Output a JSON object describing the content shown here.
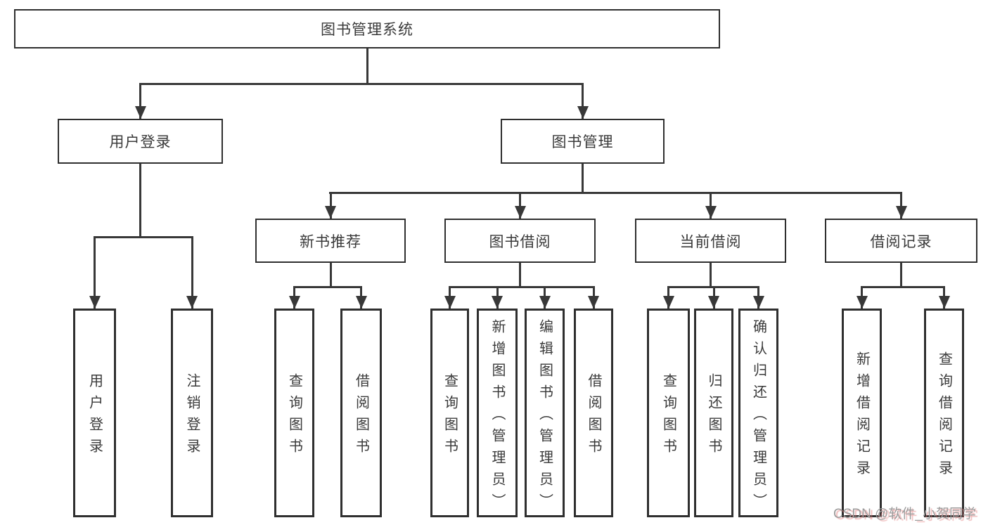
{
  "tree": {
    "root": {
      "label": "图书管理系统"
    },
    "branches": [
      {
        "label": "用户登录",
        "children": [
          {
            "label": "用户登录"
          },
          {
            "label": "注销登录"
          }
        ]
      },
      {
        "label": "图书管理",
        "children": [
          {
            "label": "新书推荐",
            "children": [
              {
                "label": "查询图书"
              },
              {
                "label": "借阅图书"
              }
            ]
          },
          {
            "label": "图书借阅",
            "children": [
              {
                "label": "查询图书"
              },
              {
                "label": "新增图书（管理员）"
              },
              {
                "label": "编辑图书（管理员）"
              },
              {
                "label": "借阅图书"
              }
            ]
          },
          {
            "label": "当前借阅",
            "children": [
              {
                "label": "查询图书"
              },
              {
                "label": "归还图书"
              },
              {
                "label": "确认归还（管理员）"
              }
            ]
          },
          {
            "label": "借阅记录",
            "children": [
              {
                "label": "新增借阅记录"
              },
              {
                "label": "查询借阅记录"
              }
            ]
          }
        ]
      }
    ]
  },
  "watermark": "CSDN @软件_小贺同学",
  "colors": {
    "line": "#383838",
    "box_border": "#2f2f2f",
    "text": "#3a3a3a",
    "background": "#ffffff",
    "watermark_gray": "#9c9c9c",
    "watermark_shadow": "#e27a7a"
  }
}
